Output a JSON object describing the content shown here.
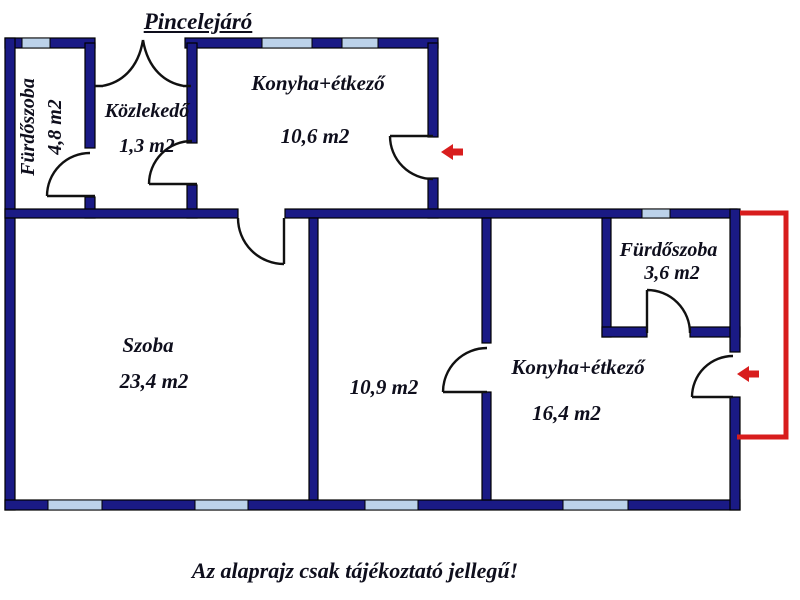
{
  "floorplan": {
    "cellar_label": "Pincelejáró",
    "rooms": {
      "bathroom_left": {
        "name": "Fürdőszoba",
        "area": "4,8 m2"
      },
      "hallway": {
        "name": "Közlekedő",
        "area": "1,3 m2"
      },
      "kitchen_left": {
        "name": "Konyha+étkező",
        "area": "10,6 m2"
      },
      "living_room": {
        "name": "Szoba",
        "area": "23,4 m2"
      },
      "room_109": {
        "area": "10,9 m2"
      },
      "bathroom_right": {
        "name": "Fürdőszoba",
        "area": "3,6 m2"
      },
      "kitchen_right": {
        "name": "Konyha+étkező",
        "area": "16,4 m2"
      }
    },
    "disclaimer": "Az alaprajz csak tájékoztató jellegű!",
    "colors": {
      "wall": "#1a1a85",
      "window": "#bcd2ea",
      "entrance": "#d81d1d",
      "text": "#0e0e1c"
    }
  }
}
